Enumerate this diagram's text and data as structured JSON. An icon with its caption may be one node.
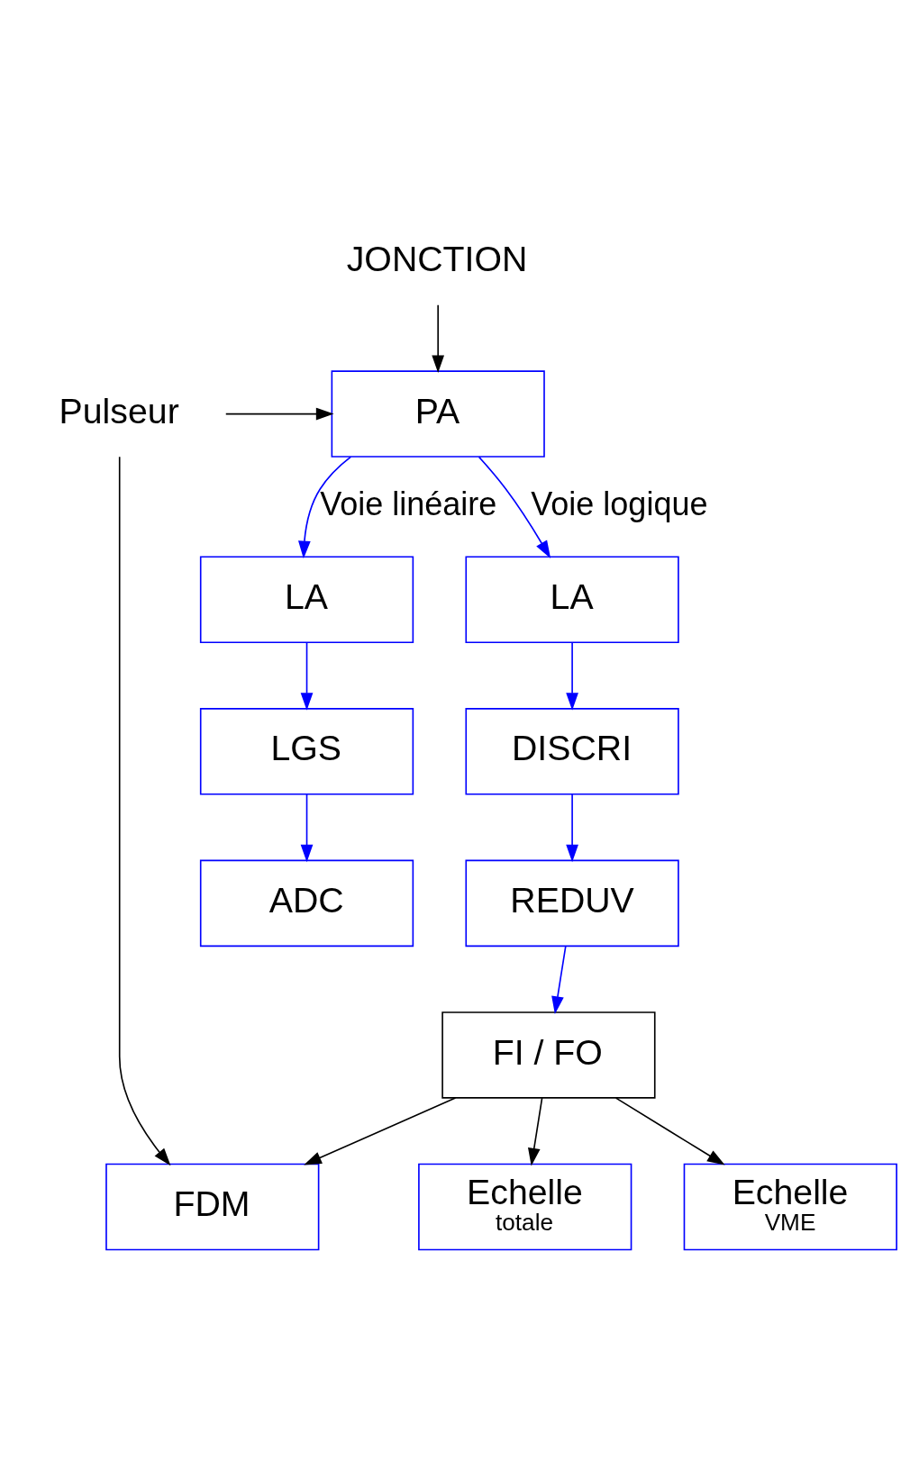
{
  "diagram": {
    "nodes": [
      {
        "text": [
          "JONCTION"
        ]
      },
      {
        "text": [
          "Pulseur"
        ]
      },
      {
        "text": [
          "PA"
        ]
      },
      {
        "text": [
          "LA"
        ]
      },
      {
        "text": [
          "LA"
        ]
      },
      {
        "text": [
          "LGS"
        ]
      },
      {
        "text": [
          "DISCRI"
        ]
      },
      {
        "text": [
          "ADC"
        ]
      },
      {
        "text": [
          "REDUV"
        ]
      },
      {
        "text": [
          "FI / FO"
        ]
      },
      {
        "text": [
          "FDM"
        ]
      },
      {
        "text": [
          "Echelle",
          "VME"
        ]
      },
      {
        "text": [
          "Echelle",
          "totale"
        ]
      }
    ],
    "edges": [
      {
        "from": 0,
        "to": 2,
        "arrow": "to",
        "color": "#000000"
      },
      {
        "from": 1,
        "to": 2,
        "arrow": "to",
        "color": "#000000"
      },
      {
        "from": 1,
        "to": 10,
        "arrow": "to",
        "color": "#000000"
      },
      {
        "from": 2,
        "to": 3,
        "arrow": "to",
        "label": "Voie linéaire"
      },
      {
        "from": 2,
        "to": 4,
        "arrow": "to",
        "label": "Voie logique"
      },
      {
        "from": 3,
        "to": 5,
        "arrow": "to"
      },
      {
        "from": 4,
        "to": 6,
        "arrow": "to"
      },
      {
        "from": 5,
        "to": 7,
        "arrow": "to"
      },
      {
        "from": 6,
        "to": 8,
        "arrow": "to"
      },
      {
        "from": 8,
        "to": 9,
        "arrow": "to"
      },
      {
        "from": 9,
        "to": 10,
        "arrow": "to",
        "color": "#000000"
      },
      {
        "from": 9,
        "to": 11,
        "arrow": "to",
        "color": "#000000"
      },
      {
        "from": 9,
        "to": 12,
        "arrow": "to",
        "color": "#000000"
      }
    ]
  }
}
